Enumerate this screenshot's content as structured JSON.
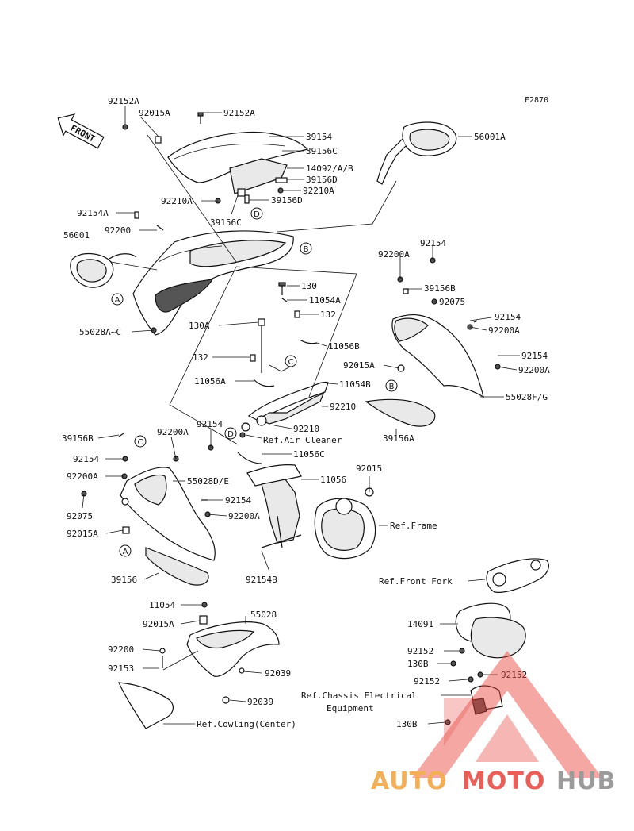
{
  "figure_code": "F2870",
  "front_label": "FRONT",
  "callouts": [
    "A",
    "B",
    "C",
    "D"
  ],
  "labels": [
    {
      "id": "l1",
      "text": "92152A"
    },
    {
      "id": "l2",
      "text": "92015A"
    },
    {
      "id": "l3",
      "text": "92152A"
    },
    {
      "id": "l4",
      "text": "39154"
    },
    {
      "id": "l5",
      "text": "39156C"
    },
    {
      "id": "l6",
      "text": "14092/A/B"
    },
    {
      "id": "l7",
      "text": "39156D"
    },
    {
      "id": "l8",
      "text": "92210A"
    },
    {
      "id": "l9",
      "text": "92210A"
    },
    {
      "id": "l10",
      "text": "39156D"
    },
    {
      "id": "l11",
      "text": "39156C"
    },
    {
      "id": "l12",
      "text": "56001A"
    },
    {
      "id": "l13",
      "text": "92154A"
    },
    {
      "id": "l14",
      "text": "92200"
    },
    {
      "id": "l15",
      "text": "56001"
    },
    {
      "id": "l16",
      "text": "55028A~C"
    },
    {
      "id": "l17",
      "text": "92200A"
    },
    {
      "id": "l18",
      "text": "92154"
    },
    {
      "id": "l19",
      "text": "39156B"
    },
    {
      "id": "l20",
      "text": "92075"
    },
    {
      "id": "l21",
      "text": "92154"
    },
    {
      "id": "l22",
      "text": "92200A"
    },
    {
      "id": "l23",
      "text": "92154"
    },
    {
      "id": "l24",
      "text": "92200A"
    },
    {
      "id": "l25",
      "text": "92015A"
    },
    {
      "id": "l26",
      "text": "55028F/G"
    },
    {
      "id": "l27",
      "text": "39156A"
    },
    {
      "id": "l28",
      "text": "130"
    },
    {
      "id": "l29",
      "text": "11054A"
    },
    {
      "id": "l30",
      "text": "130A"
    },
    {
      "id": "l31",
      "text": "132"
    },
    {
      "id": "l32",
      "text": "11056B"
    },
    {
      "id": "l33",
      "text": "132"
    },
    {
      "id": "l34",
      "text": "11056A"
    },
    {
      "id": "l35",
      "text": "11054B"
    },
    {
      "id": "l36",
      "text": "92210"
    },
    {
      "id": "l37",
      "text": "92210"
    },
    {
      "id": "l38",
      "text": "Ref.Air Cleaner"
    },
    {
      "id": "l39",
      "text": "11056C"
    },
    {
      "id": "l40",
      "text": "11056"
    },
    {
      "id": "l41",
      "text": "92015"
    },
    {
      "id": "l42",
      "text": "Ref.Frame"
    },
    {
      "id": "l43",
      "text": "92154B"
    },
    {
      "id": "l44",
      "text": "39156B"
    },
    {
      "id": "l45",
      "text": "92200A"
    },
    {
      "id": "l46",
      "text": "92154"
    },
    {
      "id": "l47",
      "text": "92154"
    },
    {
      "id": "l48",
      "text": "92200A"
    },
    {
      "id": "l49",
      "text": "55028D/E"
    },
    {
      "id": "l50",
      "text": "92075"
    },
    {
      "id": "l51",
      "text": "92015A"
    },
    {
      "id": "l52",
      "text": "92154"
    },
    {
      "id": "l53",
      "text": "92200A"
    },
    {
      "id": "l54",
      "text": "39156"
    },
    {
      "id": "l55",
      "text": "11054"
    },
    {
      "id": "l56",
      "text": "92015A"
    },
    {
      "id": "l57",
      "text": "55028"
    },
    {
      "id": "l58",
      "text": "92200"
    },
    {
      "id": "l59",
      "text": "92153"
    },
    {
      "id": "l60",
      "text": "92039"
    },
    {
      "id": "l61",
      "text": "92039"
    },
    {
      "id": "l62",
      "text": "Ref.Cowling(Center)"
    },
    {
      "id": "l63",
      "text": "Ref.Front Fork"
    },
    {
      "id": "l64",
      "text": "14091"
    },
    {
      "id": "l65",
      "text": "92152"
    },
    {
      "id": "l66",
      "text": "130B"
    },
    {
      "id": "l67",
      "text": "92152"
    },
    {
      "id": "l68",
      "text": "92152"
    },
    {
      "id": "l69",
      "text": "Ref.Chassis Electrical"
    },
    {
      "id": "l70",
      "text": "Equipment"
    },
    {
      "id": "l71",
      "text": "130B"
    }
  ],
  "watermark": {
    "auto": "AUTO",
    "moto": "MOTO",
    "hub": "HUB",
    "colors": {
      "auto": "#f2a23a",
      "moto": "#e8423b",
      "hub": "#8a8a8a"
    }
  }
}
